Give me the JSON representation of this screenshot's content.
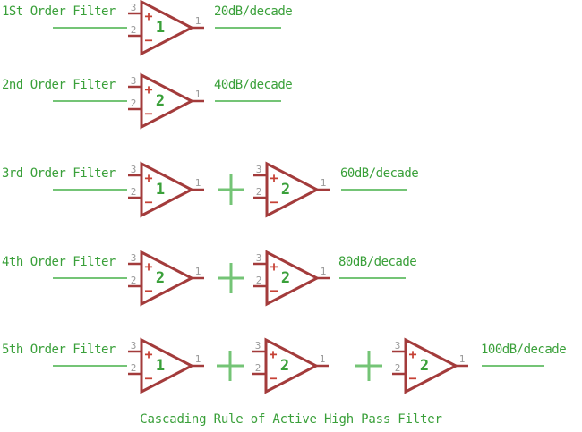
{
  "page": {
    "caption": "Cascading Rule of Active High Pass Filter"
  },
  "colors": {
    "text_green": "#3aa03a",
    "wire_green": "#74c476",
    "amp_red": "#a33b3b",
    "sign_red": "#c64135",
    "pin_gray": "#9a9a9a",
    "background": "#ffffff"
  },
  "opamp": {
    "pin_top": "3",
    "pin_bottom": "2",
    "pin_out": "1",
    "plus_sign": "+",
    "minus_sign": "−"
  },
  "rows": [
    {
      "label": "1St Order Filter",
      "amps": [
        "1"
      ],
      "rate": "20dB/decade"
    },
    {
      "label": "2nd Order Filter",
      "amps": [
        "2"
      ],
      "rate": "40dB/decade"
    },
    {
      "label": "3rd Order Filter",
      "amps": [
        "1",
        "2"
      ],
      "rate": "60dB/decade"
    },
    {
      "label": "4th Order Filter",
      "amps": [
        "2",
        "2"
      ],
      "rate": "80dB/decade"
    },
    {
      "label": "5th Order Filter",
      "amps": [
        "1",
        "2",
        "2"
      ],
      "rate": "100dB/decade"
    }
  ]
}
